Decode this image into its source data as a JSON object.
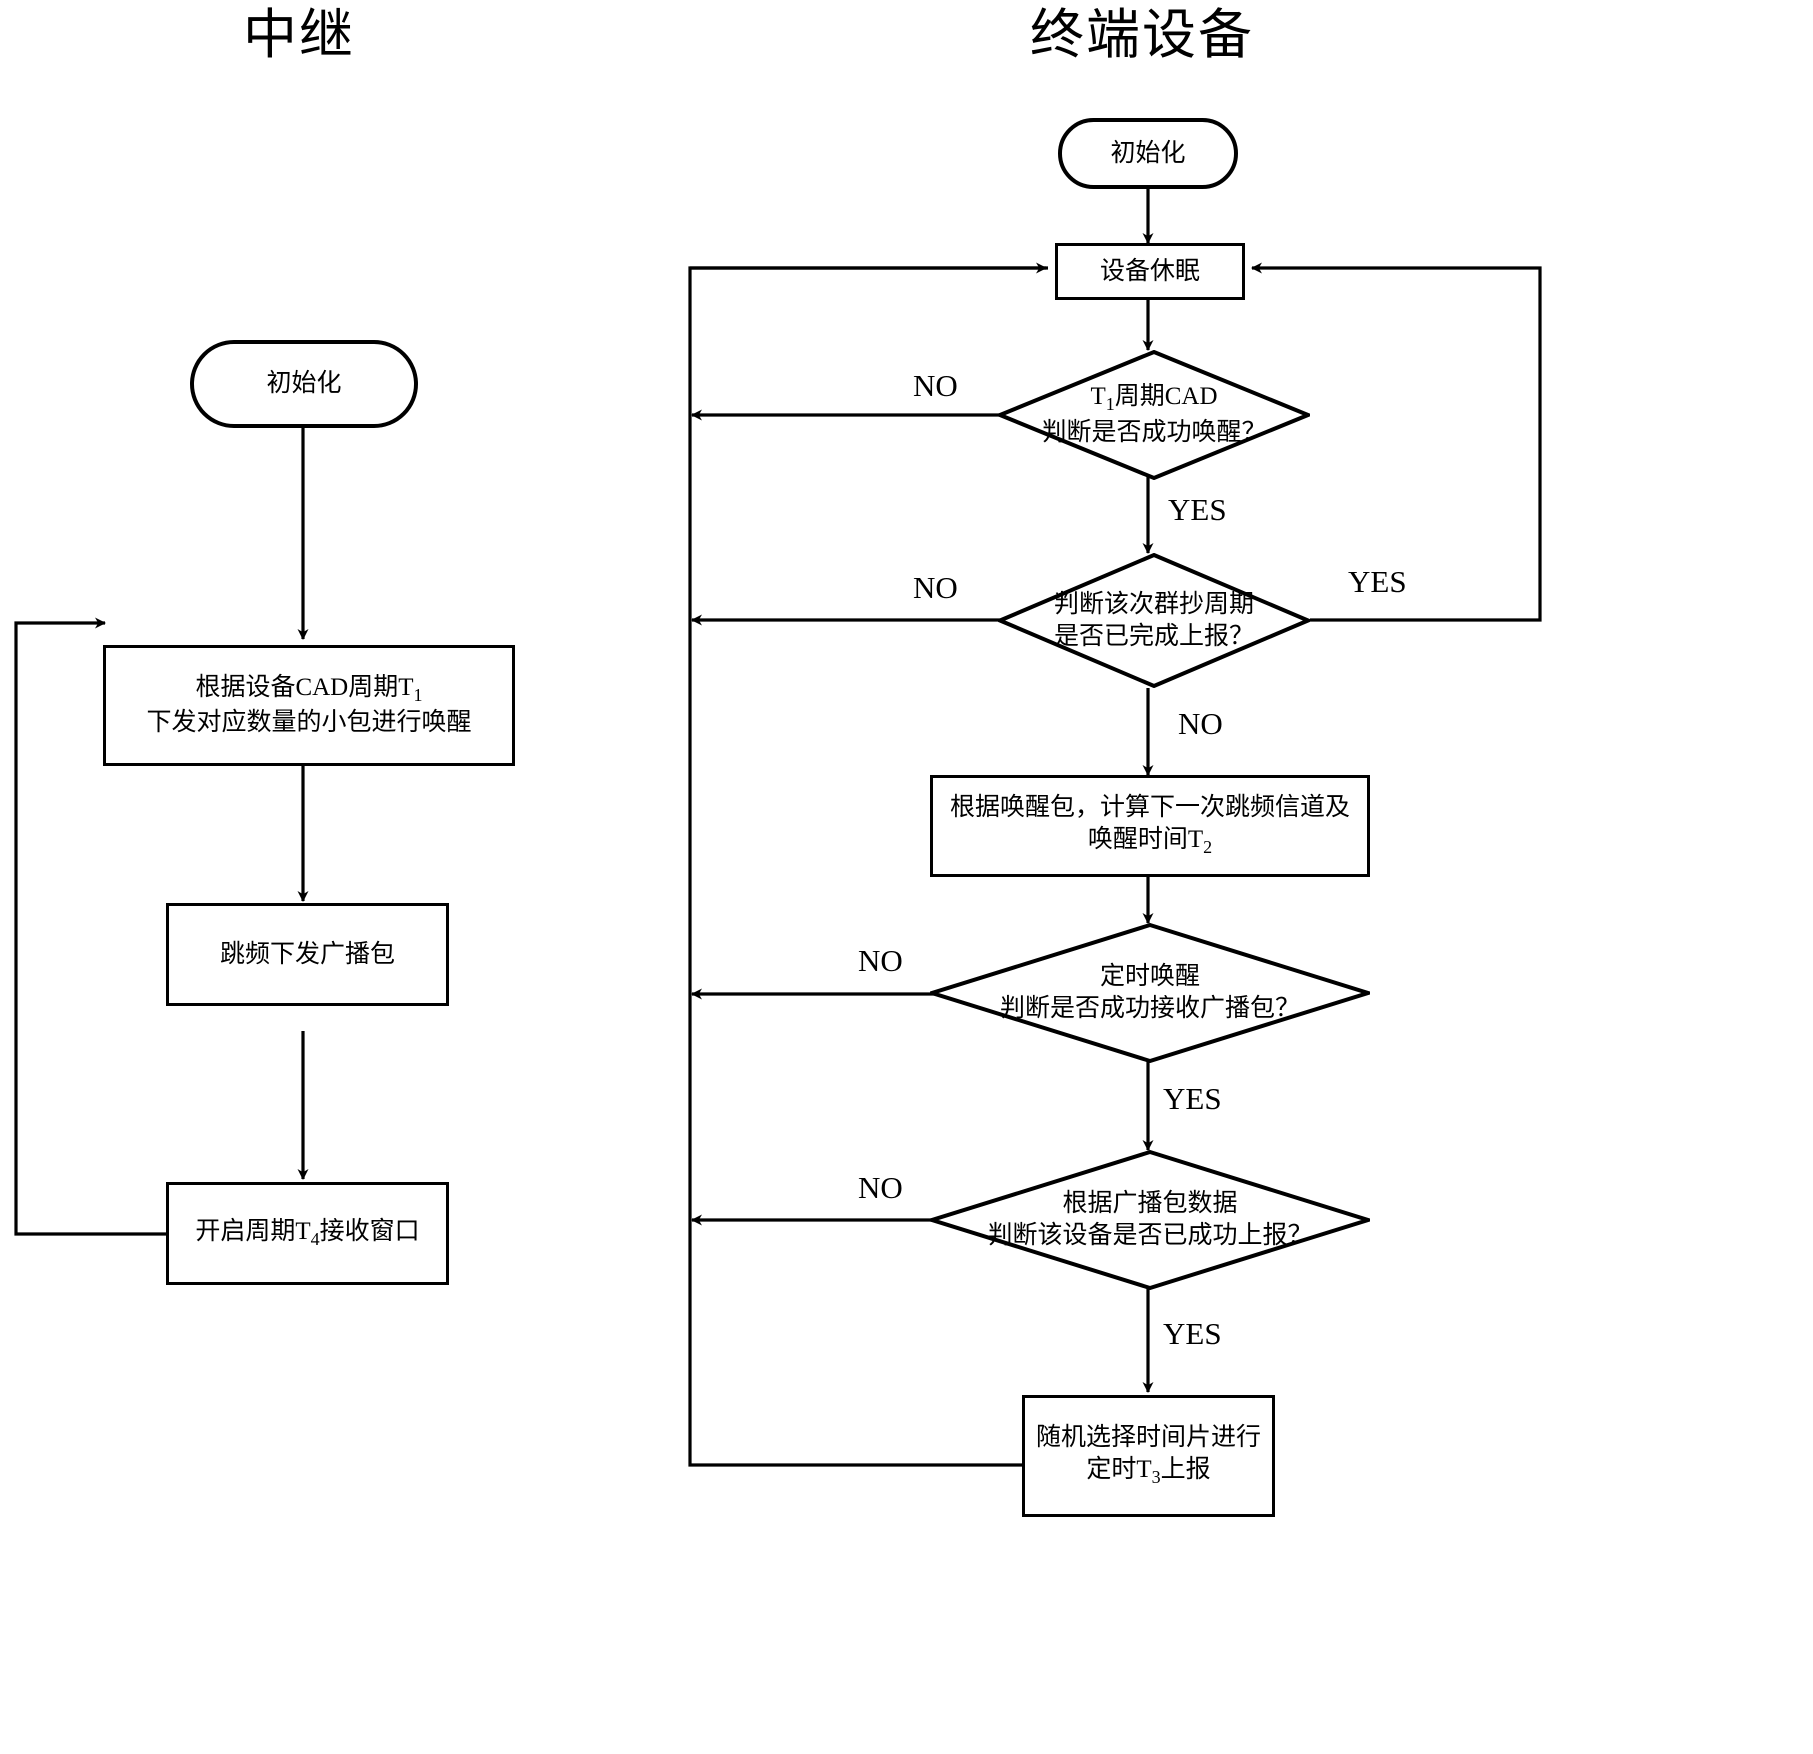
{
  "diagram": {
    "type": "flowchart",
    "titles": {
      "left": "中继",
      "right": "终端设备"
    },
    "left_column": {
      "name": "中继",
      "nodes": [
        {
          "id": "l-init",
          "shape": "terminator",
          "text": "初始化"
        },
        {
          "id": "l-wake",
          "shape": "process",
          "line1": "根据设备CAD周期T",
          "sub1": "1",
          "line2": "下发对应数量的小包进行唤醒"
        },
        {
          "id": "l-bcast",
          "shape": "process",
          "text": "跳频下发广播包"
        },
        {
          "id": "l-window",
          "shape": "process",
          "pre": "开启周期T",
          "sub": "4",
          "post": "接收窗口"
        }
      ],
      "edges": [
        {
          "from": "l-init",
          "to": "l-wake",
          "label": ""
        },
        {
          "from": "l-wake",
          "to": "l-bcast",
          "label": ""
        },
        {
          "from": "l-bcast",
          "to": "l-window",
          "label": ""
        },
        {
          "from": "l-window",
          "to": "l-wake",
          "label": "",
          "style": "loop-left"
        }
      ]
    },
    "right_column": {
      "name": "终端设备",
      "nodes": [
        {
          "id": "r-init",
          "shape": "terminator",
          "text": "初始化"
        },
        {
          "id": "r-sleep",
          "shape": "process",
          "text": "设备休眠"
        },
        {
          "id": "r-d1",
          "shape": "decision",
          "pre": "T",
          "sub": "1",
          "post": "周期CAD",
          "line2": "判断是否成功唤醒？"
        },
        {
          "id": "r-d2",
          "shape": "decision",
          "line1": "判断该次群抄周期",
          "line2": "是否已完成上报？"
        },
        {
          "id": "r-calc",
          "shape": "process",
          "line1": "根据唤醒包，计算下一次跳频信道及",
          "pre2": "唤醒时间T",
          "sub2": "2"
        },
        {
          "id": "r-d3",
          "shape": "decision",
          "line1": "定时唤醒",
          "line2": "判断是否成功接收广播包？"
        },
        {
          "id": "r-d4",
          "shape": "decision",
          "line1": "根据广播包数据",
          "line2": "判断该设备是否已成功上报？"
        },
        {
          "id": "r-report",
          "shape": "process",
          "line1": "随机选择时间片进行",
          "pre2": "定时T",
          "sub2": "3",
          "post2": "上报"
        }
      ],
      "edges": [
        {
          "from": "r-init",
          "to": "r-sleep",
          "label": ""
        },
        {
          "from": "r-sleep",
          "to": "r-d1",
          "label": ""
        },
        {
          "from": "r-d1",
          "to": "r-sleep",
          "label": "NO",
          "style": "left-loop"
        },
        {
          "from": "r-d1",
          "to": "r-d2",
          "label": "YES",
          "style": "down"
        },
        {
          "from": "r-d2",
          "to": "r-sleep",
          "label": "NO",
          "style": "left-loop"
        },
        {
          "from": "r-d2",
          "to": "r-sleep",
          "label": "YES",
          "style": "right-loop"
        },
        {
          "from": "r-d2",
          "to": "r-calc",
          "label": "NO",
          "style": "down"
        },
        {
          "from": "r-calc",
          "to": "r-d3",
          "label": ""
        },
        {
          "from": "r-d3",
          "to": "r-sleep",
          "label": "NO",
          "style": "left-loop"
        },
        {
          "from": "r-d3",
          "to": "r-d4",
          "label": "YES",
          "style": "down"
        },
        {
          "from": "r-d4",
          "to": "r-sleep",
          "label": "NO",
          "style": "left-loop"
        },
        {
          "from": "r-d4",
          "to": "r-report",
          "label": "YES",
          "style": "down"
        },
        {
          "from": "r-report",
          "to": "r-sleep",
          "label": "",
          "style": "left-loop"
        }
      ]
    },
    "edge_labels": {
      "d1_no": "NO",
      "d1_yes": "YES",
      "d2_no": "NO",
      "d2_yes": "YES",
      "d2_down": "NO",
      "d3_no": "NO",
      "d3_yes": "YES",
      "d4_no": "NO",
      "d4_yes": "YES"
    },
    "colors": {
      "stroke": "#000000",
      "background": "#ffffff",
      "text": "#000000"
    }
  }
}
